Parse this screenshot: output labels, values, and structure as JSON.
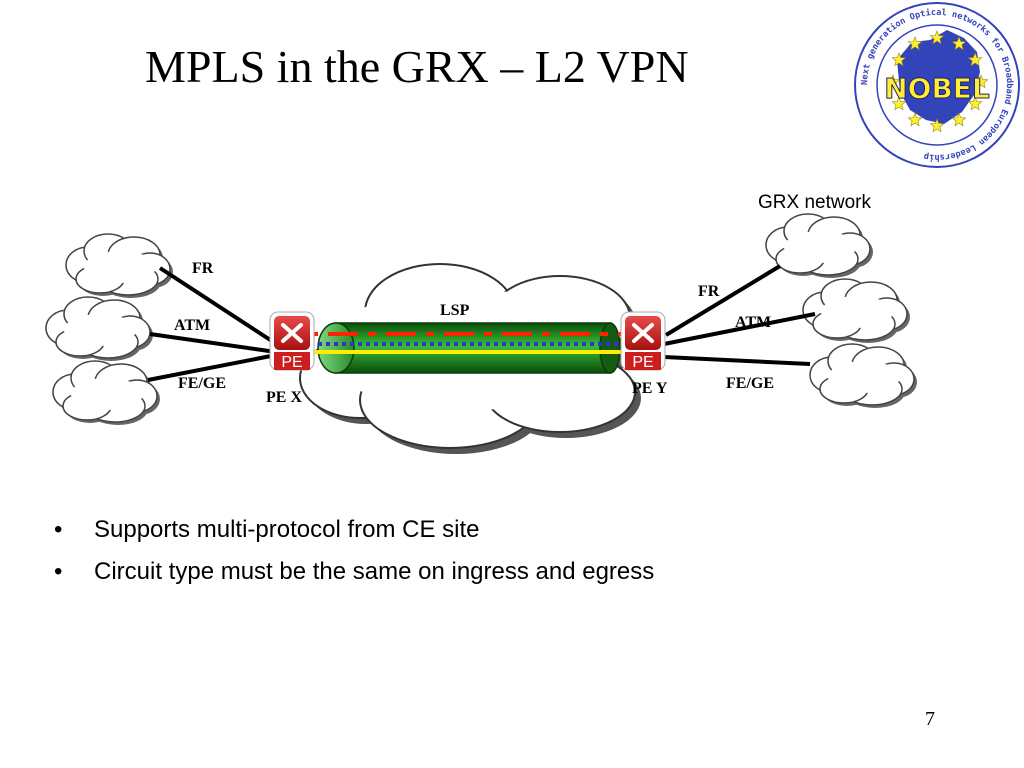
{
  "slide": {
    "title": "MPLS in the GRX – L2 VPN",
    "page_number": "7"
  },
  "logo": {
    "center_text": "NOBEL",
    "ring_text": "Next generation Optical networks for Broadband European Leadership"
  },
  "diagram": {
    "network_label": "GRX network",
    "lsp_label": "LSP",
    "pe_left": {
      "badge": "PE",
      "caption": "PE X"
    },
    "pe_right": {
      "badge": "PE",
      "caption": "PE Y"
    },
    "left_links": {
      "fr": "FR",
      "atm": "ATM",
      "fege": "FE/GE"
    },
    "right_links": {
      "fr": "FR",
      "atm": "ATM",
      "fege": "FE/GE"
    },
    "colors": {
      "tunnel": "#1e9a1e",
      "pe_router": "#cc1e1e",
      "dash_red": "#ff2200",
      "dot_blue": "#3333cc",
      "yellow_line": "#ffee00",
      "logo_blue": "#3344bb",
      "logo_star": "#ffee33"
    }
  },
  "bullets": [
    "Supports multi-protocol from CE site",
    "Circuit type must be the same on ingress and egress"
  ]
}
